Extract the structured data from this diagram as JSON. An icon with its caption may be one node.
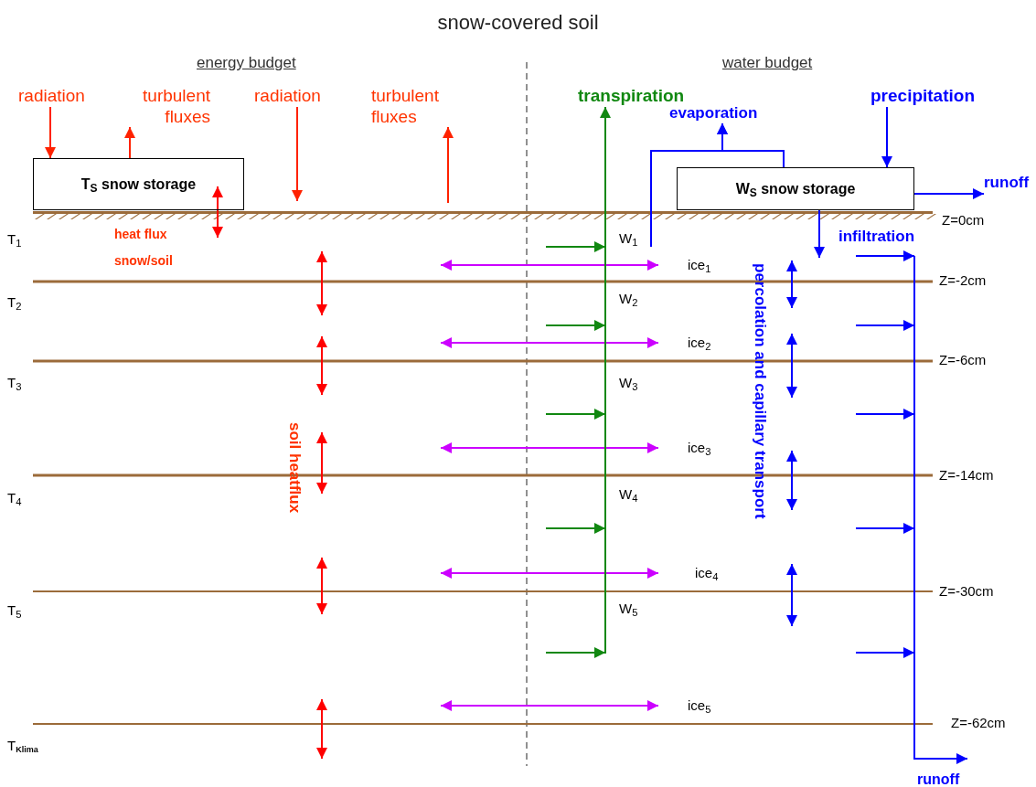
{
  "diagram": {
    "title": "snow-covered soil",
    "nodes": [
      {
        "text": [
          "radiation"
        ]
      },
      {
        "text": [
          "turbulent fluxes"
        ]
      },
      {
        "text": [
          "T$_{S}$ snow storage"
        ]
      },
      {
        "text": [
          "radiation"
        ]
      },
      {
        "text": [
          "turbulent fluxes"
        ]
      },
      {
        "text": [
          "transpiration"
        ]
      },
      {
        "text": [
          "evaporation"
        ]
      },
      {
        "text": [
          "precipitation"
        ]
      },
      {
        "text": [
          "W$_{S}$ snow storage"
        ]
      },
      {
        "text": [
          "runoff"
        ]
      }
    ],
    "edges": [
      {
        "from": 0,
        "to": 2,
        "arrow": "to",
        "color": "#ff2200"
      },
      {
        "from": 2,
        "to": 1,
        "arrow": "to",
        "color": "#ff2200"
      },
      {
        "from": 3,
        "to": null,
        "arrow": "to",
        "color": "#ff2200"
      },
      {
        "from": null,
        "to": 4,
        "arrow": "to",
        "color": "#ff2200"
      },
      {
        "from": null,
        "to": 5,
        "arrow": "to",
        "color": "#118811"
      },
      {
        "from": 8,
        "to": 6,
        "arrow": "to"
      },
      {
        "from": null,
        "to": 6,
        "arrow": "to"
      },
      {
        "from": 7,
        "to": 8,
        "arrow": "to"
      },
      {
        "from": 8,
        "to": 9,
        "arrow": "to"
      },
      {
        "from": 8,
        "to": null,
        "arrow": "to"
      }
    ],
    "labels": [
      "energy budget",
      "water budget",
      "T$_{1}$",
      "heat flux",
      "W$_{1}$",
      "infiltration",
      "Z=0cm",
      "snow/soil",
      "ice$_{1}$",
      "percolation and capillary transport",
      "T$_{2}$",
      "Z=-2cm",
      "W$_{2}$",
      "ice$_{2}$",
      "T$_{3}$",
      "Z=-6cm",
      "W$_{3}$",
      "soil heatflux",
      "ice$_{3}$",
      "T$_{4}$",
      "Z=-14cm",
      "W$_{4}$",
      "ice$_{4}$",
      "T$_{5}$",
      "Z=-30cm",
      "W$_{5}$",
      "ice$_{5}$",
      "Z=-62cm",
      "T$_{Klima}$",
      "runoff"
    ]
  }
}
